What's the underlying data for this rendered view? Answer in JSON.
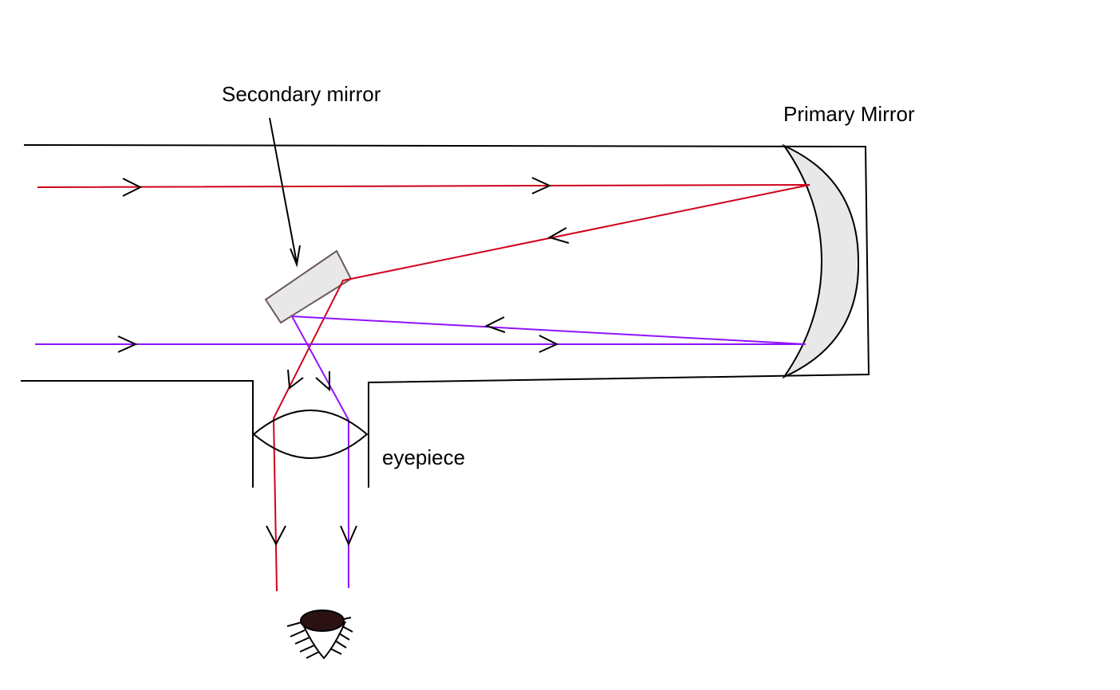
{
  "diagram": {
    "title": "Newtonian reflecting telescope ray diagram",
    "labels": {
      "secondary_mirror": "Secondary mirror",
      "primary_mirror": "Primary Mirror",
      "eyepiece": "eyepiece"
    },
    "colors": {
      "ray_1": "#d0021b",
      "ray_2": "#9013fe",
      "outline": "#000000",
      "mirror_fill": "#e8e8e8",
      "secondary_mirror_stroke": "#6d5a5a",
      "eye_pupil": "#2b1111"
    },
    "rays": [
      {
        "name": "ray-red",
        "color_key": "ray_1"
      },
      {
        "name": "ray-purple",
        "color_key": "ray_2"
      }
    ]
  }
}
